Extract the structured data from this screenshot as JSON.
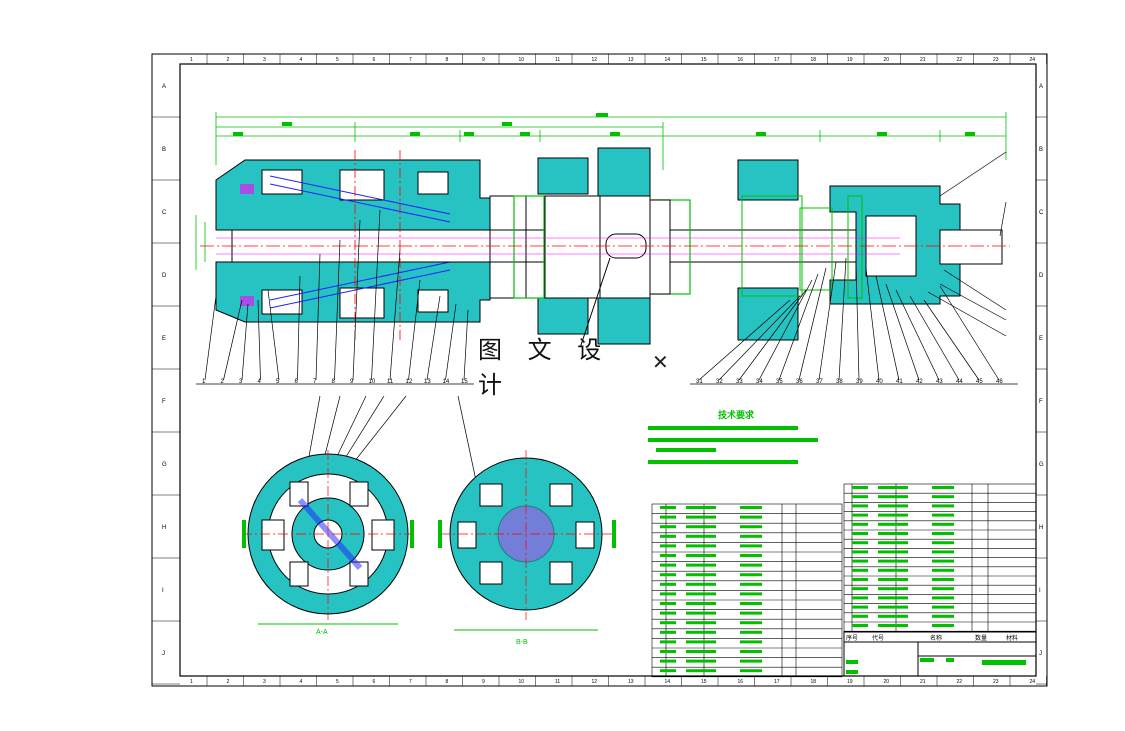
{
  "watermark": {
    "text": "图 文 设 计",
    "close_glyph": "✕"
  },
  "drawing": {
    "border_letters": [
      "A",
      "B",
      "C",
      "D",
      "E",
      "F",
      "G",
      "H",
      "I",
      "J"
    ],
    "border_numbers": [
      "1",
      "2",
      "3",
      "4",
      "5",
      "6",
      "7",
      "8",
      "9",
      "10",
      "11",
      "12",
      "13",
      "14",
      "15",
      "16",
      "17",
      "18",
      "19",
      "20",
      "21",
      "22",
      "23",
      "24"
    ],
    "section_labels": {
      "left": "A-A",
      "right": "B-B"
    },
    "tech_requirements_title": "技术要求",
    "balloons_left": [
      "1",
      "2",
      "3",
      "4",
      "5",
      "6",
      "7",
      "8",
      "9",
      "10",
      "11",
      "12",
      "13",
      "14",
      "15"
    ],
    "balloons_right": [
      "31",
      "32",
      "33",
      "34",
      "35",
      "36",
      "37",
      "38",
      "39",
      "40",
      "41",
      "42",
      "43",
      "44",
      "45",
      "46"
    ],
    "title_block": {
      "header": [
        "序号",
        "代号",
        "名称",
        "数量",
        "材料"
      ]
    }
  },
  "colors": {
    "outline": "#000000",
    "dimension": "#00c000",
    "hatch_cyan": "#27c3c3",
    "hatch_blue": "#2020ff",
    "center_red": "#ff0000",
    "magenta": "#ff00ff"
  }
}
